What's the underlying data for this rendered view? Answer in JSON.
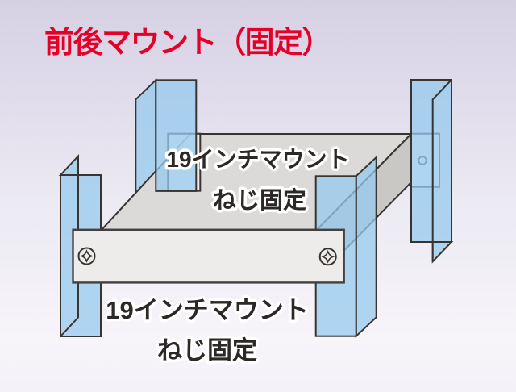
{
  "title": {
    "text": "前後マウント（固定）"
  },
  "diagram": {
    "top_face_label": {
      "line1": "19インチマウント",
      "line2": "ねじ固定"
    },
    "front_label": {
      "line1": "19インチマウント",
      "line2": "ねじ固定"
    },
    "icons": {
      "screw_icon": "phillips-screw",
      "hole_icon": "round-mount-hole"
    },
    "colors": {
      "title_red": "#e60027",
      "rack_post_blue": "#a8cdec",
      "box_top_gray": "#dbdad8",
      "box_side_gray": "#c9c8c5",
      "front_panel_gray": "#edecea",
      "line_dark": "#3a3430",
      "background_top": "#d6d0e3",
      "background_bottom": "#f7f5fa"
    }
  }
}
